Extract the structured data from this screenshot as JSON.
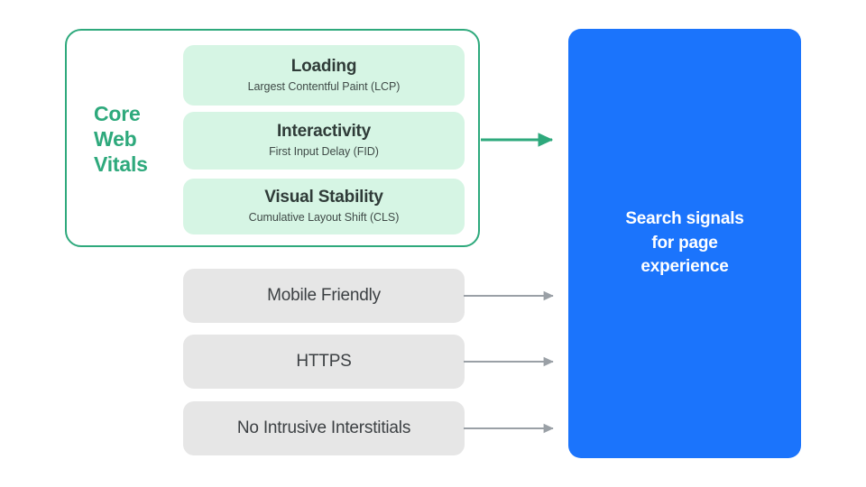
{
  "diagram": {
    "background_color": "#ffffff",
    "colors": {
      "green_accent": "#2ea97c",
      "mint_fill": "#d6f5e4",
      "gray_fill": "#e6e6e6",
      "blue_panel": "#1b74fc",
      "gray_arrow": "#9aa0a6",
      "dark_text": "#3c4043"
    },
    "core_web_vitals": {
      "label": "Core\nWeb\nVitals",
      "metrics": [
        {
          "title": "Loading",
          "subtitle": "Largest Contentful Paint (LCP)"
        },
        {
          "title": "Interactivity",
          "subtitle": "First Input Delay (FID)"
        },
        {
          "title": "Visual Stability",
          "subtitle": "Cumulative Layout Shift (CLS)"
        }
      ]
    },
    "other_signals": [
      {
        "label": "Mobile Friendly"
      },
      {
        "label": "HTTPS"
      },
      {
        "label": "No Intrusive Interstitials"
      }
    ],
    "result": {
      "text": "Search signals\nfor page\nexperience"
    },
    "connectors": [
      {
        "name": "core-web-vitals-arrow",
        "color": "#2ea97c",
        "from": "core-web-vitals-group",
        "to": "result-panel"
      },
      {
        "name": "mobile-friendly-arrow",
        "color": "#9aa0a6",
        "from": "signal-mobile-friendly",
        "to": "result-panel"
      },
      {
        "name": "https-arrow",
        "color": "#9aa0a6",
        "from": "signal-https",
        "to": "result-panel"
      },
      {
        "name": "no-intrusive-interstitials-arrow",
        "color": "#9aa0a6",
        "from": "signal-no-intrusive-interstitials",
        "to": "result-panel"
      }
    ]
  }
}
